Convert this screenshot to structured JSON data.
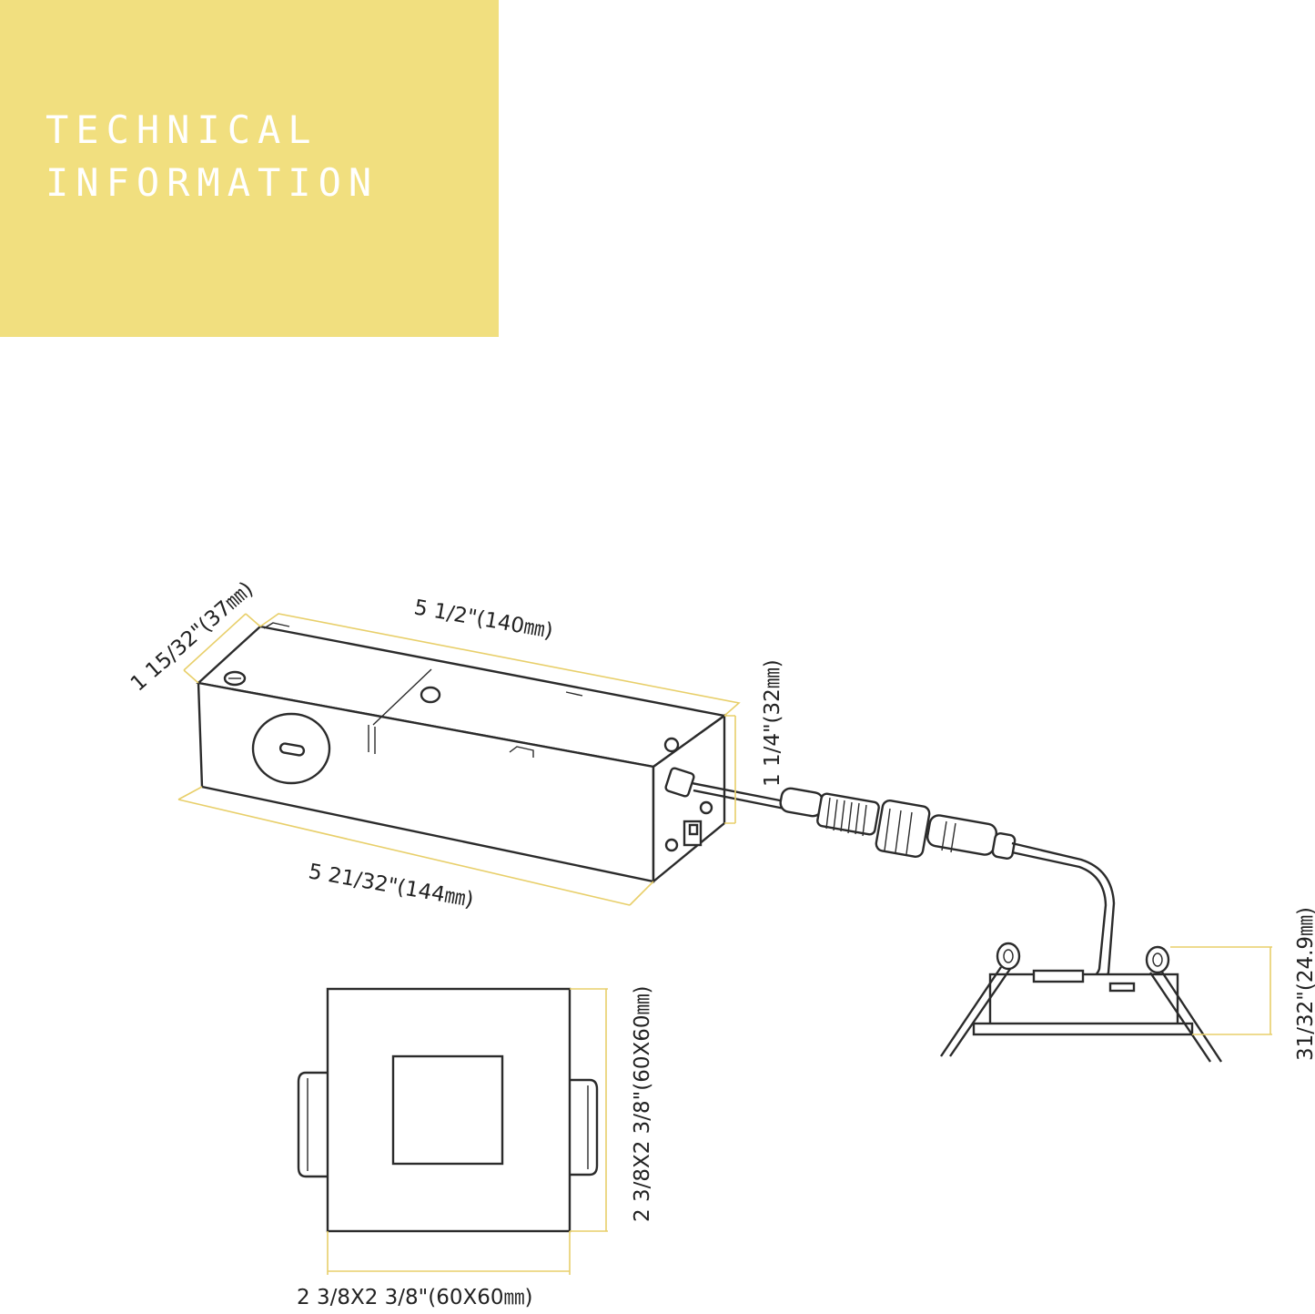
{
  "banner": {
    "line1": "TECHNICAL",
    "line2": "INFORMATION",
    "color": "#f1df7f"
  },
  "dimensions": {
    "box_depth": "1 15/32\"(37㎜)",
    "box_top_length": "5 1/2\"(140㎜)",
    "box_height": "1 1/4\"(32㎜)",
    "box_bottom_length": "5 21/32\"(144㎜)",
    "light_height": "31/32\"(24.9㎜)",
    "trim_height": "2 3/8X2 3/8\"(60X60㎜)",
    "trim_width": "2 3/8X2 3/8\"(60X60㎜)"
  },
  "colors": {
    "dimension_line": "#e8cf6a",
    "drawing_line": "#2b2b2b"
  }
}
